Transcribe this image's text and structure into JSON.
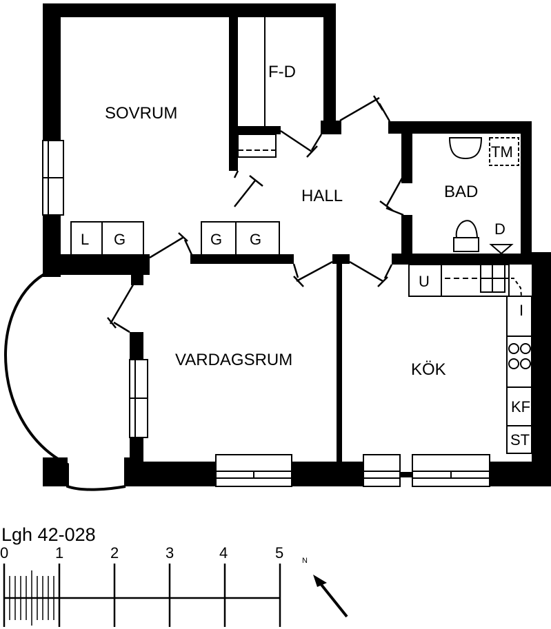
{
  "plan": {
    "apartment_id": "Lgh 42-028",
    "rooms": {
      "sovrum": "SOVRUM",
      "fd": "F-D",
      "hall": "HALL",
      "bad": "BAD",
      "vardagsrum": "VARDAGSRUM",
      "kok": "KÖK"
    },
    "fixtures": {
      "l": "L",
      "g1": "G",
      "g2": "G",
      "g3": "G",
      "tm": "TM",
      "d": "D",
      "u": "U",
      "i": "I",
      "kf": "KF",
      "st": "ST"
    },
    "scale": {
      "labels": [
        "0",
        "1",
        "2",
        "3",
        "4",
        "5"
      ],
      "unit_hint": ""
    },
    "north": "N"
  },
  "colors": {
    "wall": "#000000",
    "background": "#ffffff"
  }
}
